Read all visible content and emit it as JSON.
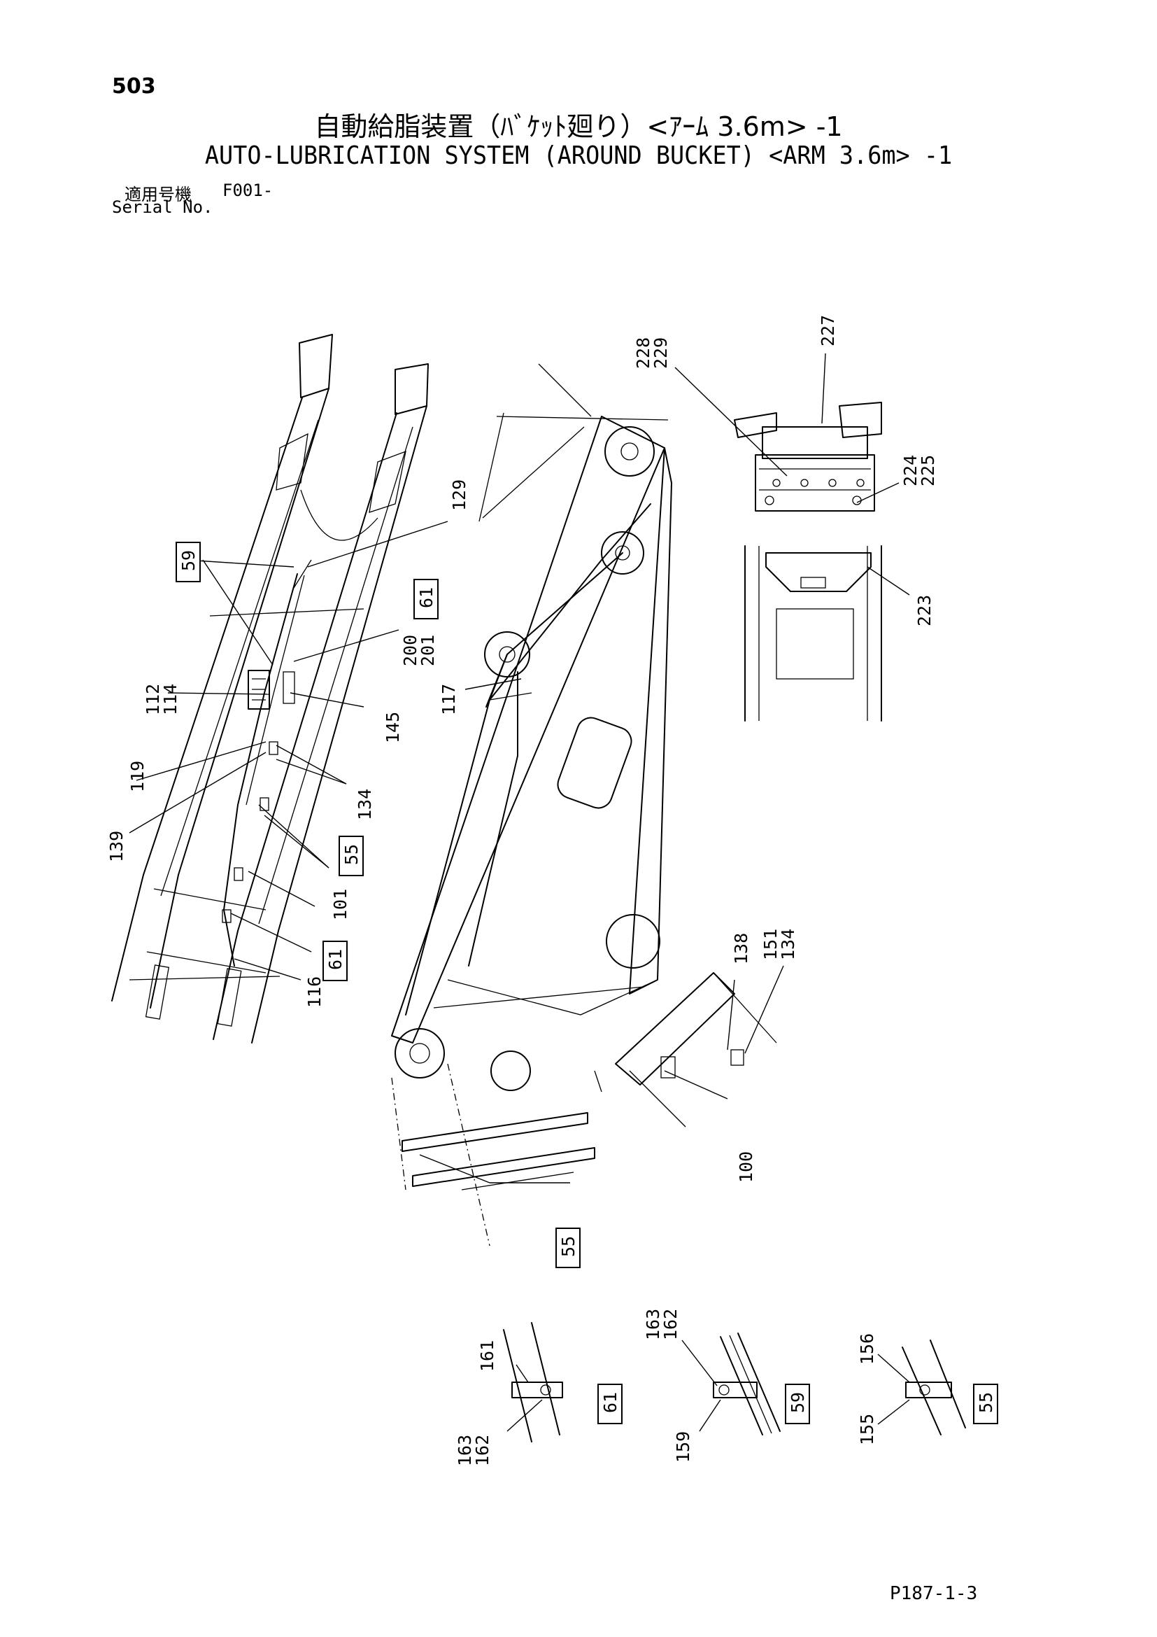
{
  "header": {
    "page_number": "503",
    "title_jp": "自動給脂装置（ﾊﾞｹｯﾄ廻り）<ｱｰﾑ 3.6m> -1",
    "title_en": "AUTO-LUBRICATION SYSTEM (AROUND BUCKET) <ARM 3.6m> -1",
    "serial_label_jp": "適用号機",
    "serial_value": "F001-",
    "serial_label_en": "Serial No."
  },
  "footer": {
    "page_code": "P187-1-3"
  },
  "callouts": {
    "c227": "227",
    "c228": "228",
    "c229": "229",
    "c224": "224",
    "c225": "225",
    "c223": "223",
    "c129": "129",
    "c200": "200",
    "c201": "201",
    "c112": "112",
    "c114": "114",
    "c145": "145",
    "c117": "117",
    "c119": "119",
    "c134a": "134",
    "c139": "139",
    "c101": "101",
    "c116": "116",
    "c138": "138",
    "c151": "151",
    "c134b": "134",
    "c100": "100",
    "c161": "161",
    "c163a": "163",
    "c162a": "162",
    "c163b": "163",
    "c162b": "162",
    "c159": "159",
    "c156": "156",
    "c155": "155"
  },
  "detail_boxes": {
    "b59a": "59",
    "b61a": "61",
    "b55a": "55",
    "b61b": "61",
    "b55b": "55",
    "b61c": "61",
    "b59b": "59",
    "b55c": "55"
  }
}
